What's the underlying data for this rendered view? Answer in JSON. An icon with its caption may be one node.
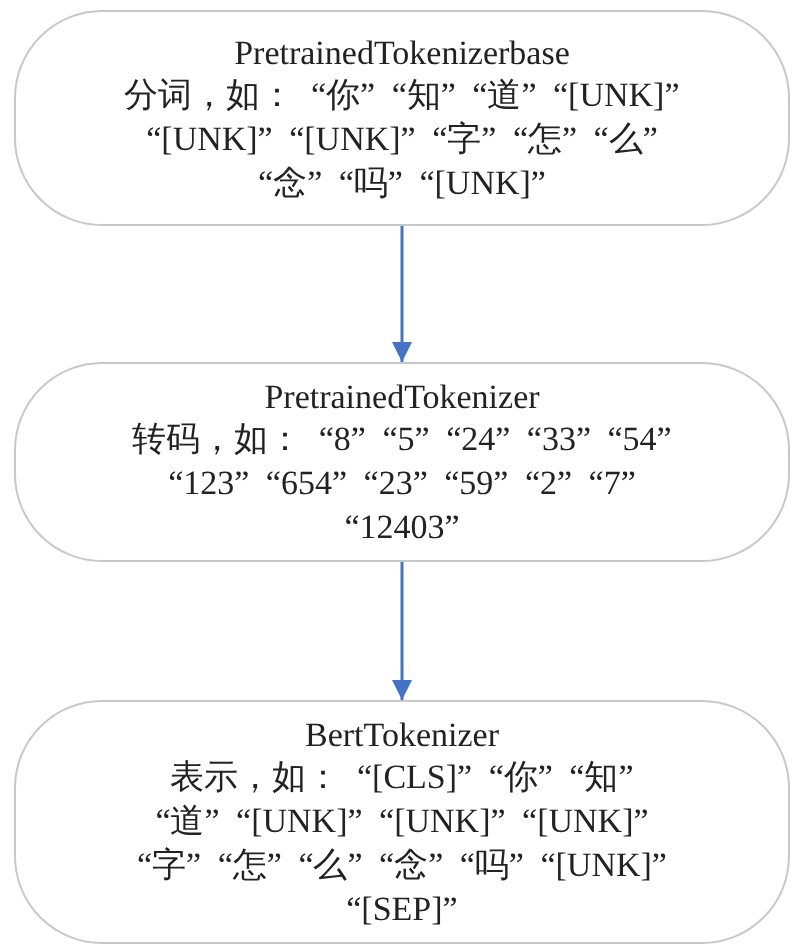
{
  "diagram": {
    "nodes": [
      {
        "text": [
          "PretrainedTokenizerbase",
          "分词，如： “你” “知” “道” “[UNK]” “[UNK]” “[UNK]” “字” “怎” “么” “念” “吗” “[UNK]”"
        ]
      },
      {
        "text": [
          "PretrainedTokenizer",
          "转码，如： “8” “5” “24” “33” “54” “123” “654” “23” “59” “2” “7” “12403”"
        ]
      },
      {
        "text": [
          "BertTokenizer",
          "表示，如： “[CLS]” “你” “知” “道” “[UNK]” “[UNK]” “[UNK]” “字” “怎” “么” “念” “吗” “[UNK]” “[SEP]”"
        ]
      }
    ],
    "edges": [
      {
        "from": 0,
        "to": 1,
        "arrow": "to"
      },
      {
        "from": 1,
        "to": 2,
        "arrow": "to"
      }
    ]
  }
}
